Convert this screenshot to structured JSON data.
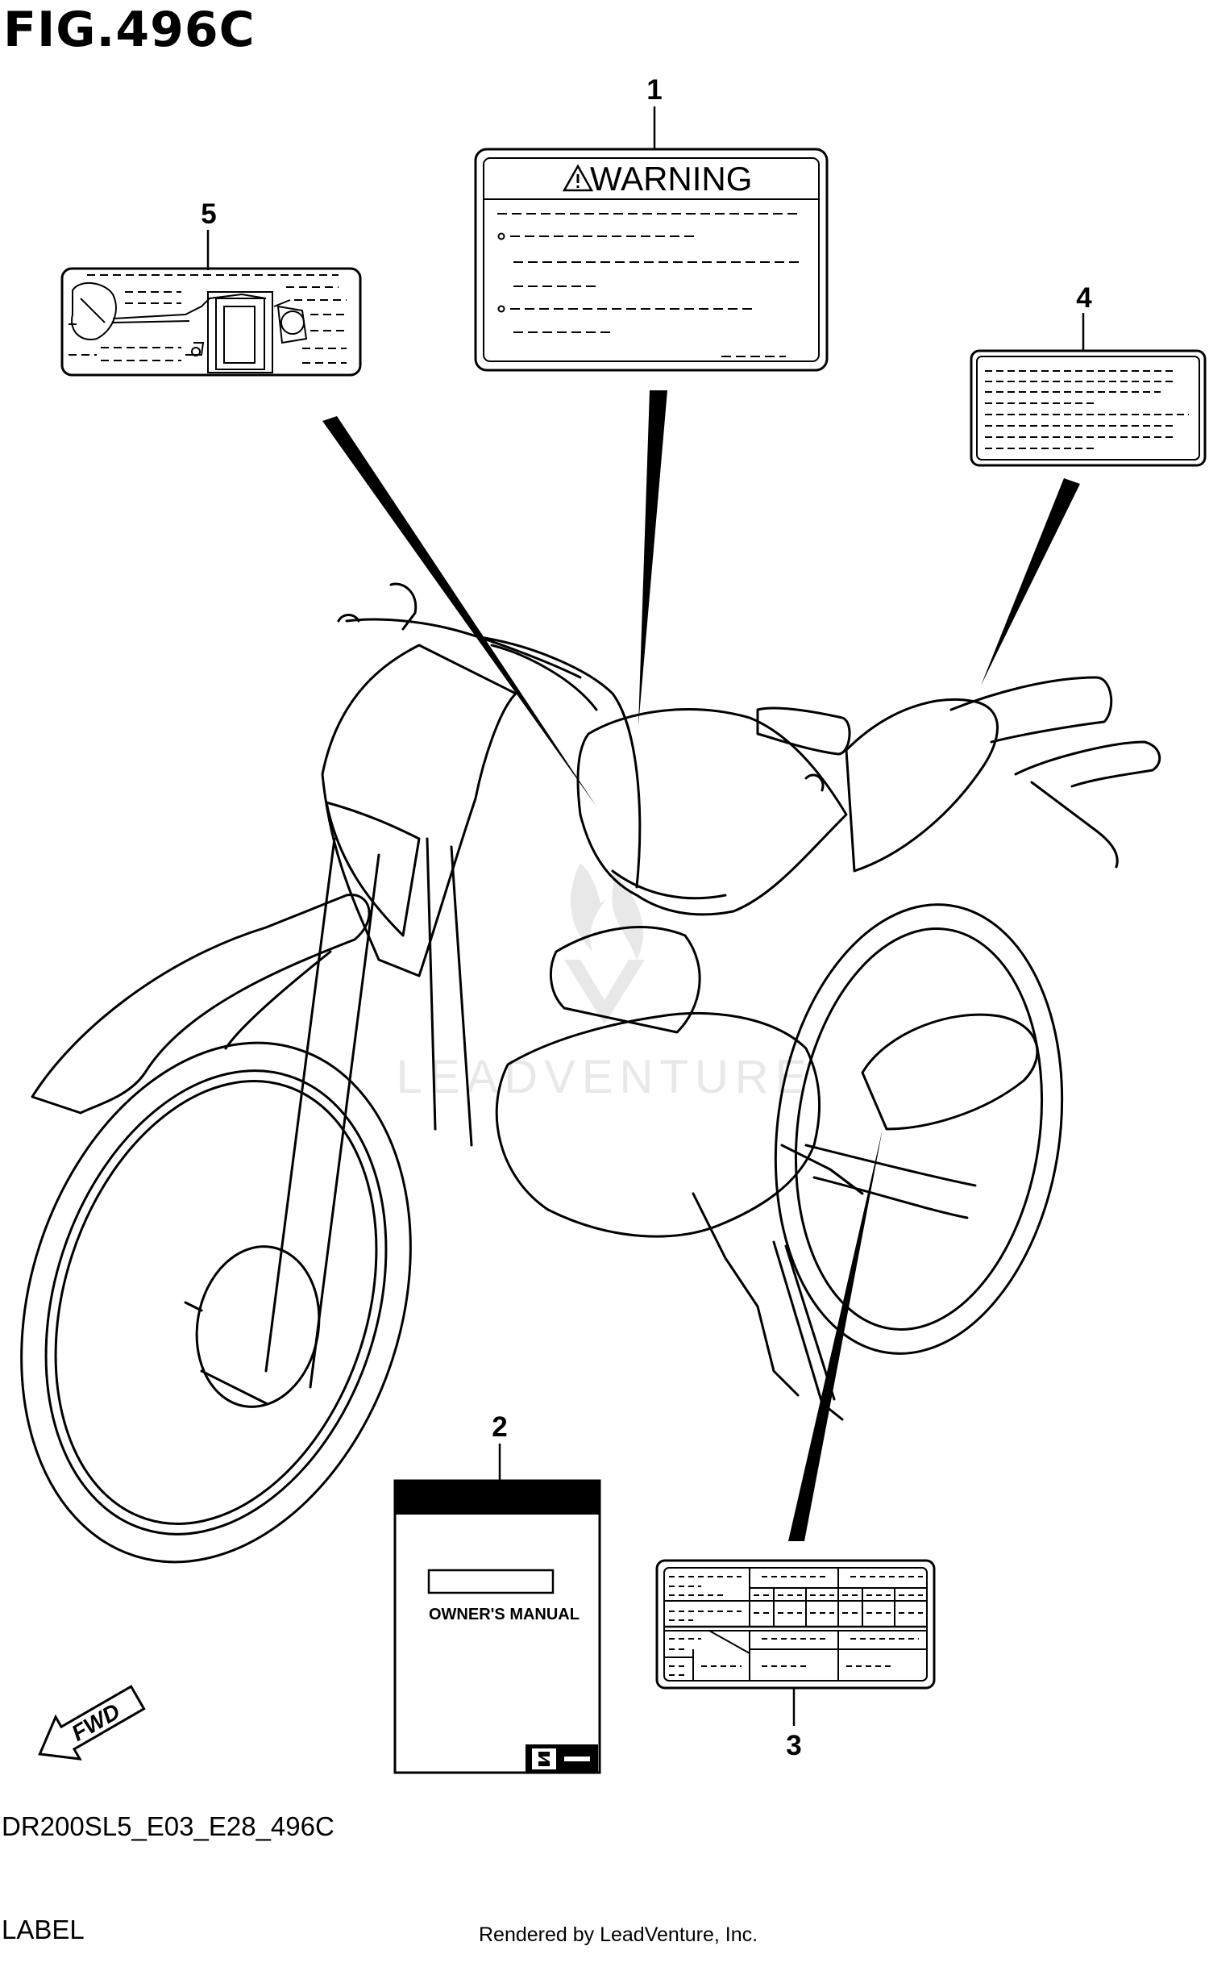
{
  "figure": {
    "title": "FIG.496C",
    "model_code": "DR200SL5_E03_E28_496C",
    "section_name": "LABEL",
    "render_credit": "Rendered by LeadVenture, Inc.",
    "watermark": "LEADVENTURE"
  },
  "callouts": [
    {
      "number": "1",
      "part": "warning label"
    },
    {
      "number": "2",
      "part": "owner's manual"
    },
    {
      "number": "3",
      "part": "information label"
    },
    {
      "number": "4",
      "part": "label"
    },
    {
      "number": "5",
      "part": "emission control label"
    }
  ],
  "labels": {
    "warning_heading": "WARNING",
    "manual_title": "OWNER'S MANUAL",
    "fwd_arrow": "FWD"
  },
  "colors": {
    "line": "#000000",
    "background": "#ffffff",
    "watermark": "#e6e6e6"
  }
}
